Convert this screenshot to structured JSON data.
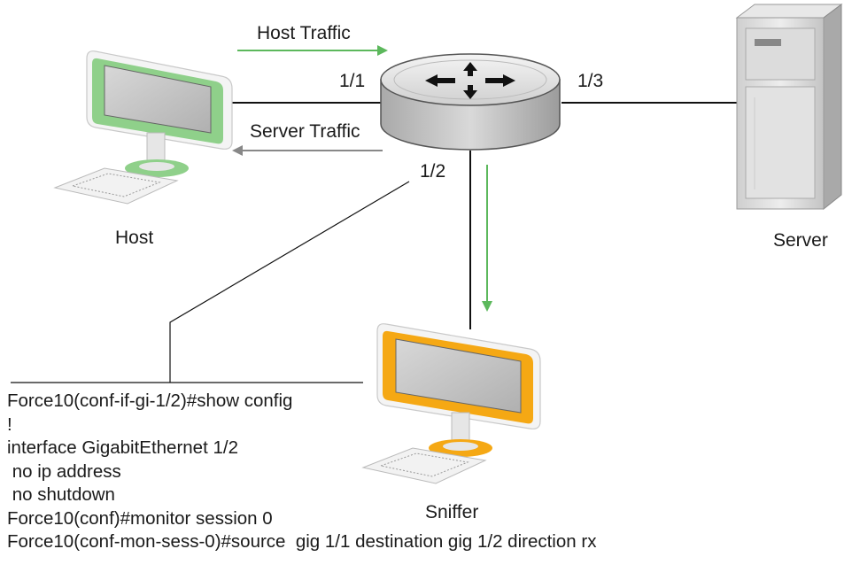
{
  "labels": {
    "host_traffic": "Host Traffic",
    "server_traffic": "Server Traffic",
    "port_1_1": "1/1",
    "port_1_2": "1/2",
    "port_1_3": "1/3",
    "host": "Host",
    "server": "Server",
    "sniffer": "Sniffer"
  },
  "config_lines": [
    "Force10(conf-if-gi-1/2)#show config",
    "!",
    "interface GigabitEthernet 1/2",
    " no ip address",
    " no shutdown",
    "Force10(conf)#monitor session 0",
    "Force10(conf-mon-sess-0)#source  gig 1/1 destination gig 1/2 direction rx"
  ],
  "colors": {
    "host_accent": "#8fd08a",
    "sniffer_accent": "#f5a814",
    "traffic_arrow": "#5cb85c",
    "server_arrow": "#888888"
  },
  "icons": {
    "host": "desktop-computer-icon",
    "router": "router-icon",
    "server": "server-tower-icon",
    "sniffer": "desktop-computer-icon"
  }
}
